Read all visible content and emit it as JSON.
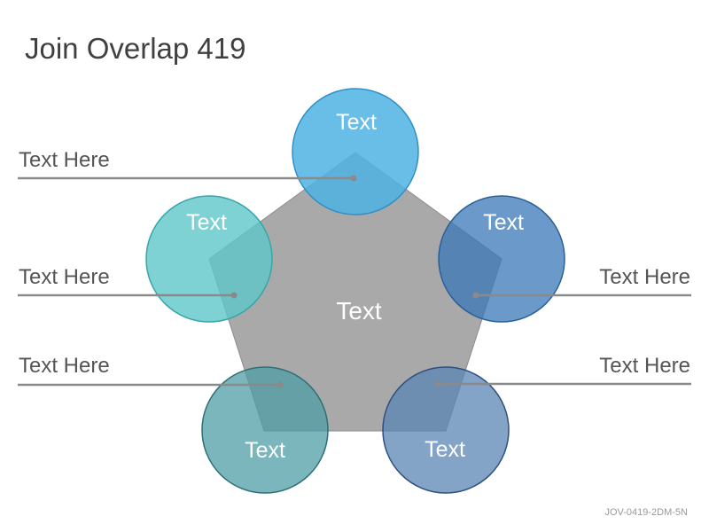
{
  "title": "Join Overlap 419",
  "footer_code": "JOV-0419-2DM-5N",
  "center_label": "Text",
  "circle_labels": [
    "Text",
    "Text",
    "Text",
    "Text",
    "Text"
  ],
  "side_labels": [
    "Text Here",
    "Text Here",
    "Text Here",
    "Text Here",
    "Text Here"
  ],
  "colors": {
    "pentagon": "#a9a9a9",
    "circle_top": "#4fb3e3",
    "circle_left": "#5ec7c9",
    "circle_right": "#3a78b8",
    "circle_bottom_left": "#4f9da6",
    "circle_bottom_right": "#5a84b4",
    "leader_line": "#8a8a8a"
  }
}
